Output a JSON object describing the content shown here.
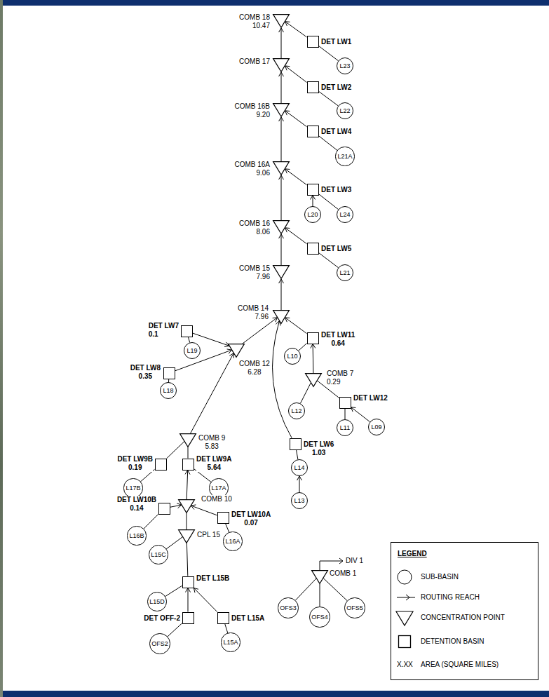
{
  "diagram": {
    "nodes": [
      {
        "text": [
          "COMB 18",
          "10.47"
        ]
      },
      {
        "text": [
          "DET LW1"
        ]
      },
      {
        "text": [
          "L23"
        ]
      },
      {
        "text": [
          "COMB 17"
        ]
      },
      {
        "text": [
          "DET LW2"
        ]
      },
      {
        "text": [
          "L22"
        ]
      },
      {
        "text": [
          "COMB 16B",
          "9.20"
        ]
      },
      {
        "text": [
          "DET LW4"
        ]
      },
      {
        "text": [
          "L21A"
        ]
      },
      {
        "text": [
          "COMB 16A",
          "9.06"
        ]
      },
      {
        "text": [
          "DET LW3"
        ]
      },
      {
        "text": [
          "L20"
        ]
      },
      {
        "text": [
          "L24"
        ]
      },
      {
        "text": [
          "COMB 16",
          "8.06"
        ]
      },
      {
        "text": [
          "DET LW5"
        ]
      },
      {
        "text": [
          "L21"
        ]
      },
      {
        "text": [
          "COMB 15",
          "7.96"
        ]
      },
      {
        "text": [
          "COMB 14",
          "7.96"
        ]
      },
      {
        "text": [
          "DET LW7",
          "0.1"
        ]
      },
      {
        "text": [
          "DET LW11",
          "0.64"
        ]
      },
      {
        "text": [
          "L19"
        ]
      },
      {
        "text": [
          "L10"
        ]
      },
      {
        "text": [
          "COMB 12",
          "6.28"
        ]
      },
      {
        "text": [
          "DET LW8",
          "0.35"
        ]
      },
      {
        "text": [
          "COMB 7",
          "0.29"
        ]
      },
      {
        "text": [
          "L18"
        ]
      },
      {
        "text": [
          "DET LW12"
        ]
      },
      {
        "text": [
          "L12"
        ]
      },
      {
        "text": [
          "L11"
        ]
      },
      {
        "text": [
          "L09"
        ]
      },
      {
        "text": [
          "COMB 9",
          "5.83"
        ]
      },
      {
        "text": [
          "DET LW6",
          "1.03"
        ]
      },
      {
        "text": [
          "DET LW9B",
          "0.19"
        ]
      },
      {
        "text": [
          "DET LW9A",
          "5.64"
        ]
      },
      {
        "text": [
          "L14"
        ]
      },
      {
        "text": [
          "L17B"
        ]
      },
      {
        "text": [
          "L17A"
        ]
      },
      {
        "text": [
          "L13"
        ]
      },
      {
        "text": [
          "COMB 10"
        ]
      },
      {
        "text": [
          "DET LW10B",
          "0.14"
        ]
      },
      {
        "text": [
          "DET LW10A",
          "0.07"
        ]
      },
      {
        "text": [
          "L16B"
        ]
      },
      {
        "text": [
          "L16A"
        ]
      },
      {
        "text": [
          "CPL 15"
        ]
      },
      {
        "text": [
          "L15C"
        ]
      },
      {
        "text": [
          "DET L15B"
        ]
      },
      {
        "text": [
          "L15D"
        ]
      },
      {
        "text": [
          "DET OFF-2"
        ]
      },
      {
        "text": [
          "DET L15A"
        ]
      },
      {
        "text": [
          "OFS2"
        ]
      },
      {
        "text": [
          "L15A"
        ]
      },
      {
        "text": [
          "COMB 1"
        ]
      },
      {
        "text": [
          "OFS3"
        ]
      },
      {
        "text": [
          "OFS4"
        ]
      },
      {
        "text": [
          "OFS5"
        ]
      }
    ],
    "edges": [
      {
        "from": 1,
        "to": 0,
        "arrow": "to"
      },
      {
        "from": 3,
        "to": 0,
        "arrow": "to"
      },
      {
        "from": 4,
        "to": 3,
        "arrow": "to"
      },
      {
        "from": 6,
        "to": 3,
        "arrow": "to"
      },
      {
        "from": 7,
        "to": 6,
        "arrow": "to"
      },
      {
        "from": 9,
        "to": 6,
        "arrow": "to"
      },
      {
        "from": 10,
        "to": 9,
        "arrow": "to"
      },
      {
        "from": 13,
        "to": 9,
        "arrow": "to"
      },
      {
        "from": 14,
        "to": 13,
        "arrow": "to"
      },
      {
        "from": 16,
        "to": 13,
        "arrow": "to"
      },
      {
        "from": 17,
        "to": 16,
        "arrow": "to"
      },
      {
        "from": 22,
        "to": 17,
        "arrow": "to"
      },
      {
        "from": 19,
        "to": 17,
        "arrow": "to"
      },
      {
        "from": 31,
        "to": 17,
        "arrow": "to"
      },
      {
        "from": 18,
        "to": 22,
        "arrow": "to"
      },
      {
        "from": 23,
        "to": 22,
        "arrow": "to"
      },
      {
        "from": 30,
        "to": 22,
        "arrow": "to"
      },
      {
        "from": 32,
        "to": 30,
        "arrow": "none"
      },
      {
        "from": 33,
        "to": 30,
        "arrow": "none"
      },
      {
        "from": 38,
        "to": 33,
        "arrow": "to"
      },
      {
        "from": 39,
        "to": 38,
        "arrow": "to"
      },
      {
        "from": 40,
        "to": 38,
        "arrow": "to"
      },
      {
        "from": 43,
        "to": 38,
        "arrow": "none"
      },
      {
        "from": 45,
        "to": 43,
        "arrow": "none"
      },
      {
        "from": 47,
        "to": 45,
        "arrow": "to"
      },
      {
        "from": 48,
        "to": 45,
        "arrow": "to"
      },
      {
        "from": 24,
        "to": 19,
        "arrow": "to"
      },
      {
        "from": 26,
        "to": 24,
        "arrow": "none"
      },
      {
        "from": 2,
        "to": 1,
        "arrow": "none"
      },
      {
        "from": 5,
        "to": 4,
        "arrow": "none"
      },
      {
        "from": 8,
        "to": 7,
        "arrow": "none"
      },
      {
        "from": 11,
        "to": 10,
        "arrow": "to"
      },
      {
        "from": 12,
        "to": 10,
        "arrow": "none"
      },
      {
        "from": 15,
        "to": 14,
        "arrow": "none"
      },
      {
        "from": 20,
        "to": 18,
        "arrow": "none"
      },
      {
        "from": 25,
        "to": 23,
        "arrow": "none"
      },
      {
        "from": 21,
        "to": 19,
        "arrow": "none"
      },
      {
        "from": 27,
        "to": 24,
        "arrow": "none"
      },
      {
        "from": 28,
        "to": 26,
        "arrow": "none"
      },
      {
        "from": 29,
        "to": 26,
        "arrow": "to"
      },
      {
        "from": 34,
        "to": 31,
        "arrow": "none"
      },
      {
        "from": 37,
        "to": 34,
        "arrow": "to"
      },
      {
        "from": 35,
        "to": 32,
        "arrow": "none"
      },
      {
        "from": 36,
        "to": 33,
        "arrow": "none"
      },
      {
        "from": 41,
        "to": 39,
        "arrow": "none"
      },
      {
        "from": 42,
        "to": 40,
        "arrow": "none"
      },
      {
        "from": 44,
        "to": 43,
        "arrow": "none"
      },
      {
        "from": 46,
        "to": 45,
        "arrow": "none"
      },
      {
        "from": 49,
        "to": 47,
        "arrow": "none"
      },
      {
        "from": 50,
        "to": 48,
        "arrow": "none"
      },
      {
        "from": 52,
        "to": 51,
        "arrow": "none"
      },
      {
        "from": 53,
        "to": 51,
        "arrow": "none"
      },
      {
        "from": 54,
        "to": 51,
        "arrow": "none"
      }
    ],
    "labels": [
      "DIV 1",
      "LEGEND",
      "X.XX"
    ],
    "legend": [
      {
        "text": "SUB-BASIN"
      },
      {
        "text": "ROUTING REACH"
      },
      {
        "text": "CONCENTRATION POINT"
      },
      {
        "text": "DETENTION BASIN"
      },
      {
        "text": "AREA (SQUARE MILES)"
      }
    ]
  }
}
